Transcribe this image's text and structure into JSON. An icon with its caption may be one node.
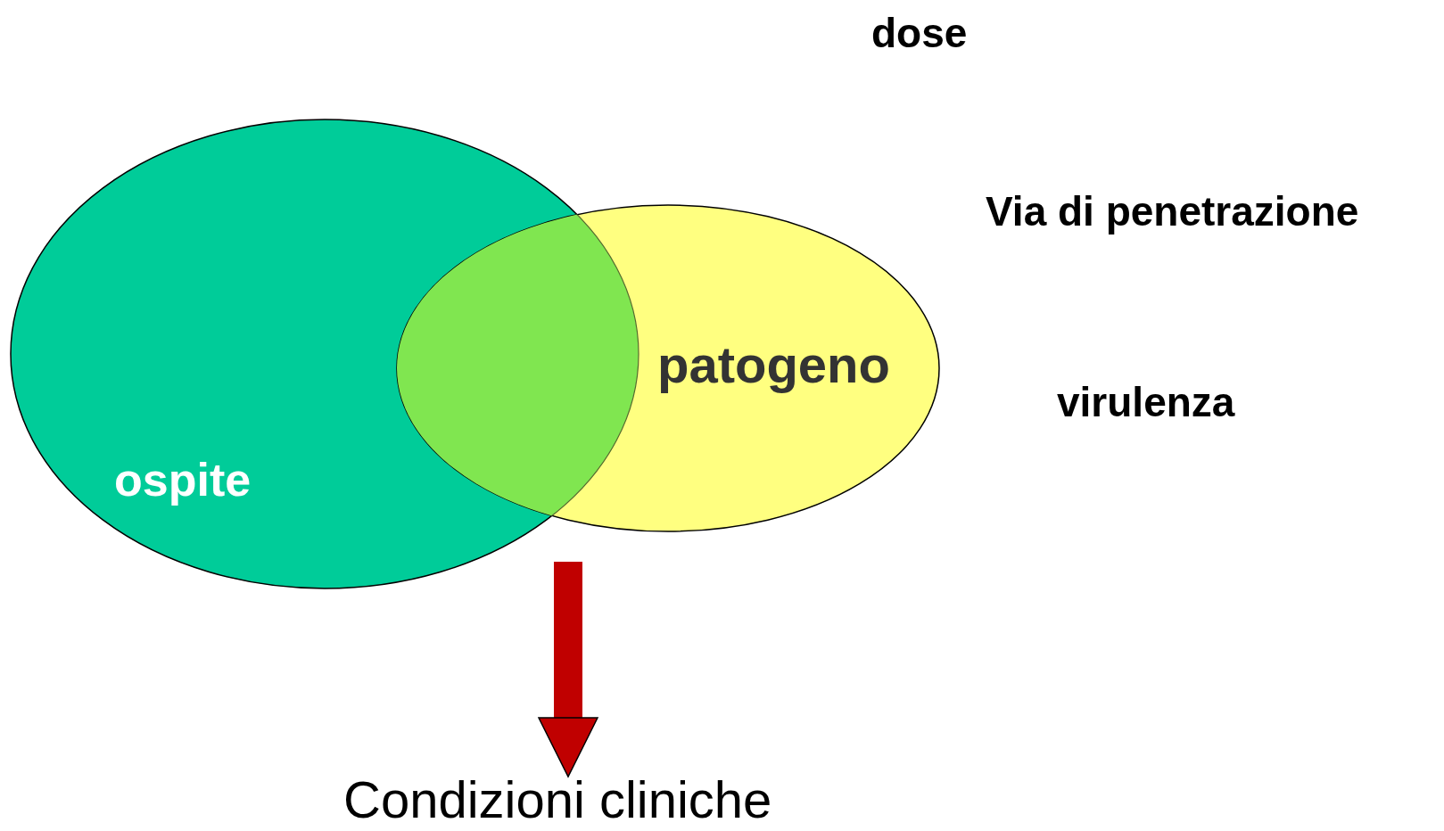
{
  "diagram": {
    "nodes": [
      {
        "text": [
          "ospite"
        ]
      },
      {
        "text": [
          "patogeno"
        ]
      },
      {
        "text": [],
        "shape": "lens"
      },
      {
        "text": [
          "Condizioni cliniche"
        ]
      }
    ],
    "edges": [
      {
        "from": null,
        "to": 3,
        "arrow": "to",
        "color": "#c00000"
      }
    ],
    "labels": [
      "dose",
      "Via di penetrazione",
      "virulenza"
    ]
  }
}
